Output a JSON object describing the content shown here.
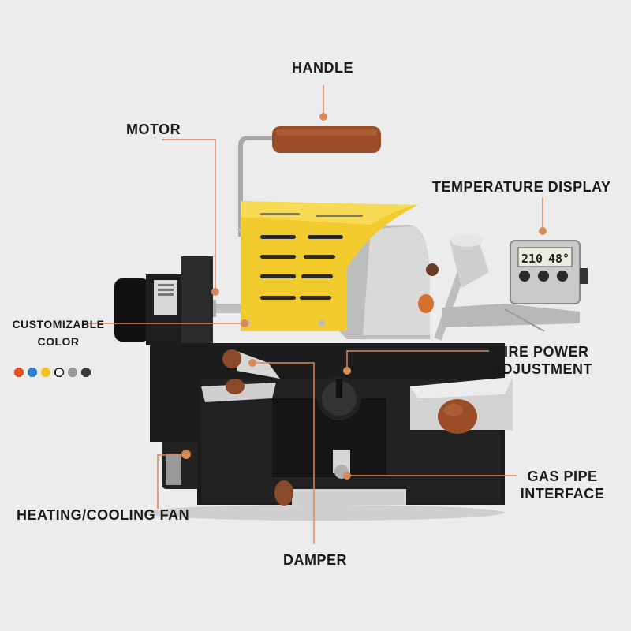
{
  "labels": {
    "handle": "HANDLE",
    "motor": "MOTOR",
    "temperature_display": "TEMPERATURE DISPLAY",
    "customizable_color_line1": "CUSTOMIZABLE",
    "customizable_color_line2": "COLOR",
    "fire_power_line1": "FIRE POWER",
    "fire_power_line2": "ADJUSTMENT",
    "gas_pipe_line1": "GAS PIPE",
    "gas_pipe_line2": "INTERFACE",
    "heating_cooling_fan": "HEATING/COOLING FAN",
    "damper": "DAMPER"
  },
  "thermometer": {
    "reading_left": "210",
    "reading_right": "48°"
  },
  "color_options": [
    "#e0531f",
    "#2f7fd3",
    "#f0c419",
    "#ffffff",
    "#9a9a9a",
    "#3a3a3a"
  ],
  "colors": {
    "accent_line": "#d98a5a",
    "body_yellow": "#f2cc2e",
    "body_black": "#1c1c1c",
    "wood": "#8a4a2a"
  }
}
